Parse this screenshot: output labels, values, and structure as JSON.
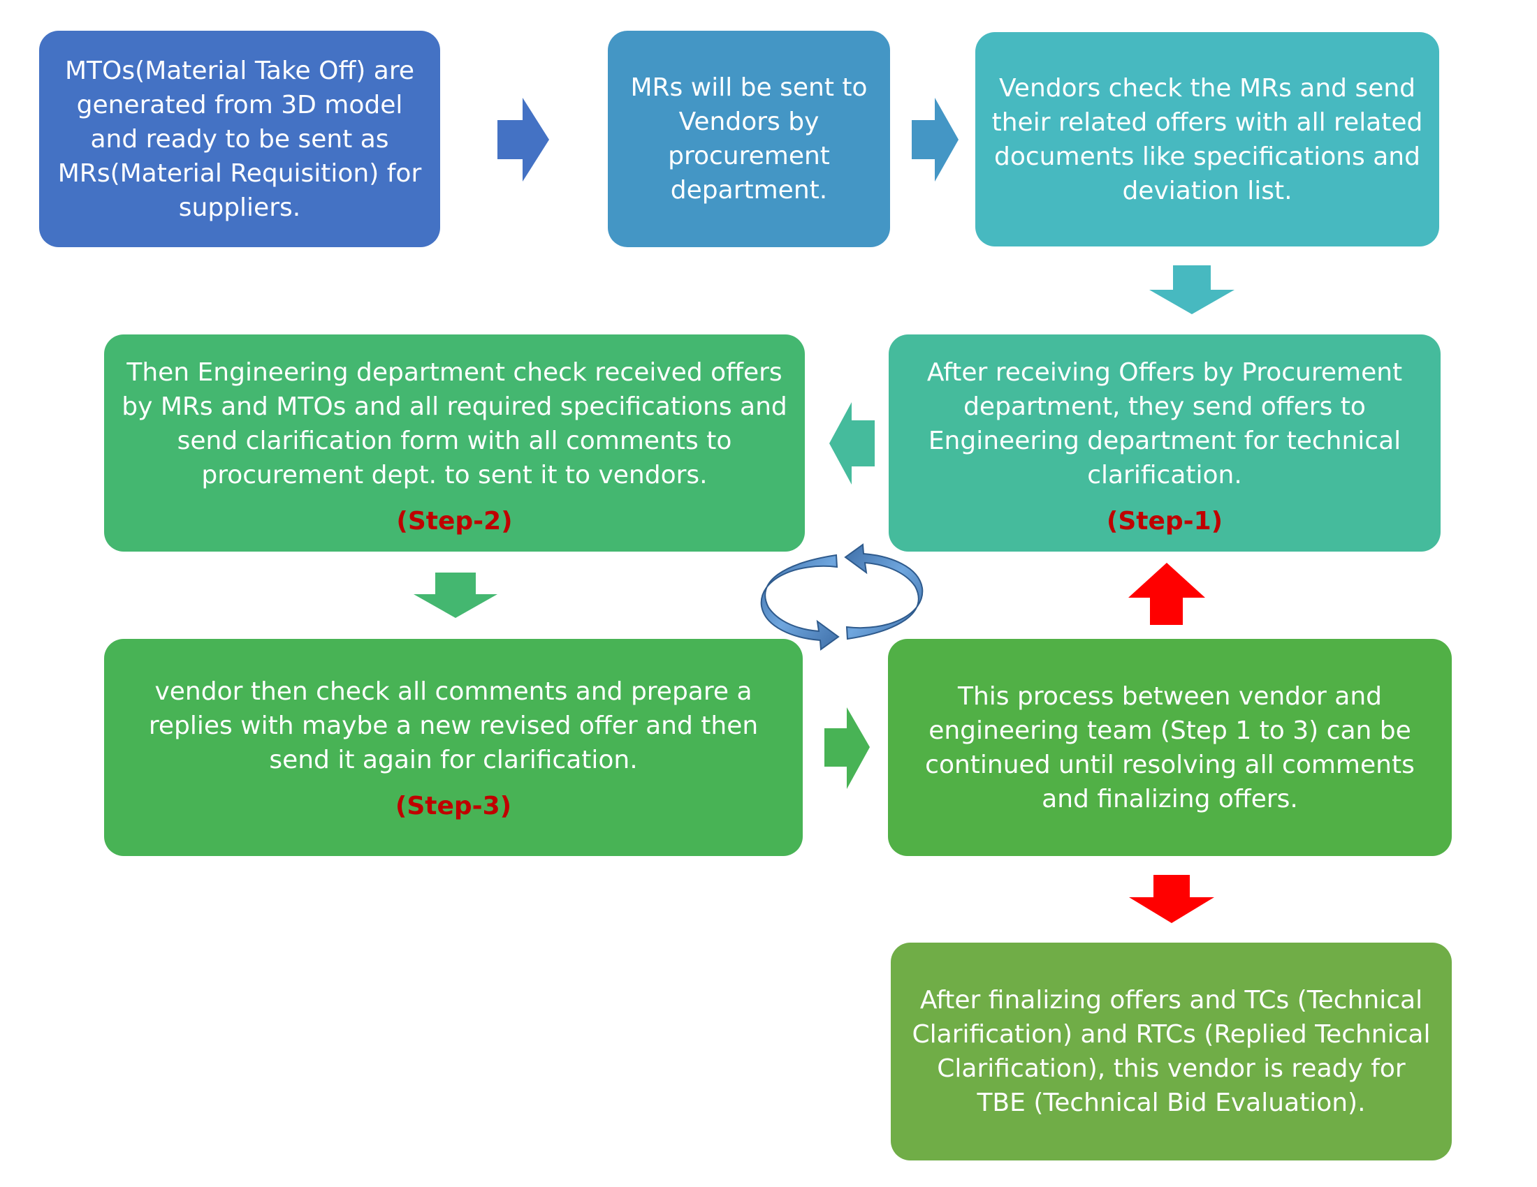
{
  "colors": {
    "box1": "#4472c4",
    "box2": "#4496c5",
    "box3": "#47b9c0",
    "box4": "#45bb9c",
    "box5": "#44b770",
    "box6": "#48b355",
    "box7": "#51b046",
    "box8": "#70ad47",
    "step_label": "#c00000",
    "red_arrow": "#ff0000",
    "cycle_arrow": "#5b9bd5"
  },
  "boxes": {
    "mto": {
      "text": "MTOs(Material Take Off) are generated from 3D model and ready to be sent as MRs(Material Requisition) for suppliers."
    },
    "mr_send": {
      "text": "MRs will be sent to Vendors by procurement department."
    },
    "vendor_offers": {
      "text": "Vendors check the MRs and send their related offers with all related documents like specifications and deviation list."
    },
    "step1": {
      "text": "After receiving Offers by Procurement department, they send offers to Engineering department for technical clarification.",
      "step": "(Step-1)"
    },
    "step2": {
      "text": "Then Engineering department check received offers by MRs and MTOs and all required specifications and send clarification form with all comments to procurement dept. to sent it to vendors.",
      "step": "(Step-2)"
    },
    "step3": {
      "text": "vendor then check all comments and prepare a replies with maybe a new revised offer and then send it again for clarification.",
      "step": "(Step-3)"
    },
    "loop": {
      "text": "This process between vendor and engineering team (Step 1 to 3) can be continued until resolving all comments and finalizing offers."
    },
    "tbe": {
      "text": "After finalizing offers and TCs (Technical Clarification) and RTCs (Replied Technical Clarification), this vendor is ready for TBE (Technical Bid Evaluation)."
    }
  }
}
